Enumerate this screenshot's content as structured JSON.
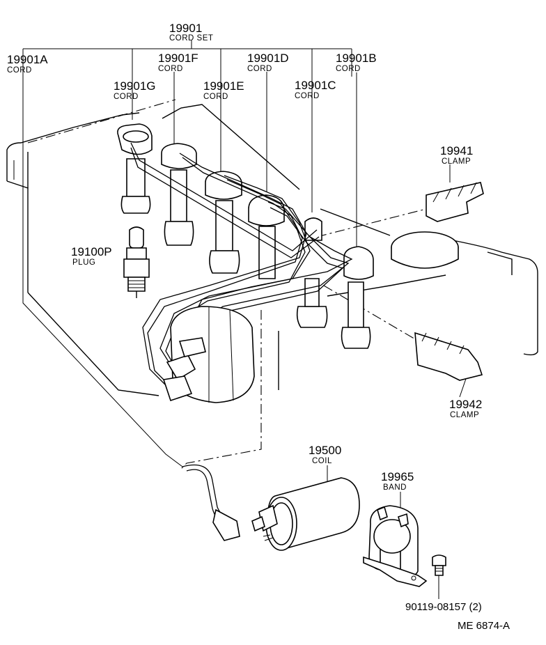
{
  "labels": {
    "cord_set": {
      "number": "19901",
      "name": "CORD SET"
    },
    "cord_a": {
      "number": "19901A",
      "name": "CORD"
    },
    "cord_f": {
      "number": "19901F",
      "name": "CORD"
    },
    "cord_d": {
      "number": "19901D",
      "name": "CORD"
    },
    "cord_b": {
      "number": "19901B",
      "name": "CORD"
    },
    "cord_g": {
      "number": "19901G",
      "name": "CORD"
    },
    "cord_e": {
      "number": "19901E",
      "name": "CORD"
    },
    "cord_c": {
      "number": "19901C",
      "name": "CORD"
    },
    "clamp_1": {
      "number": "19941",
      "name": "CLAMP"
    },
    "clamp_2": {
      "number": "19942",
      "name": "CLAMP"
    },
    "plug": {
      "number": "19100P",
      "name": "PLUG"
    },
    "coil": {
      "number": "19500",
      "name": "COIL"
    },
    "band": {
      "number": "19965",
      "name": "BAND"
    },
    "bolt": {
      "number": "90119-08157 (2)"
    }
  },
  "figure_code": "ME  6874-A"
}
